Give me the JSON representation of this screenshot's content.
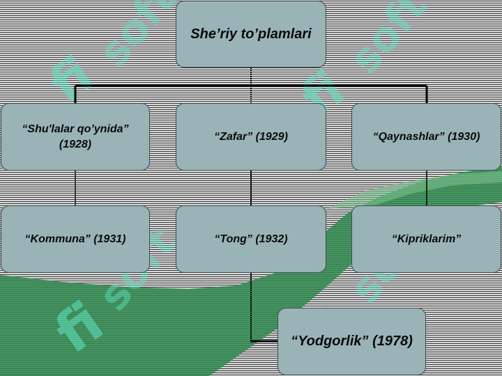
{
  "diagram": {
    "root": {
      "label": "She’riy to’plamlari"
    },
    "level1": [
      {
        "label": "“Shu'lalar qo’ynida” (1928)"
      },
      {
        "label": "“Zafar” (1929)"
      },
      {
        "label": "“Qaynashlar” (1930)"
      }
    ],
    "level2": [
      {
        "label": "“Kommuna” (1931)"
      },
      {
        "label": "“Tong” (1932)"
      },
      {
        "label": "“Kipriklarim”"
      }
    ],
    "level3": [
      {
        "label": "“Yodgorlik” (1978)"
      }
    ]
  },
  "colors": {
    "box_fill": "#99b3b6",
    "box_border": "#3d4d50",
    "watermark": "#5fe6c6",
    "background_shape": "#2f8a4f",
    "connector": "#000000"
  }
}
